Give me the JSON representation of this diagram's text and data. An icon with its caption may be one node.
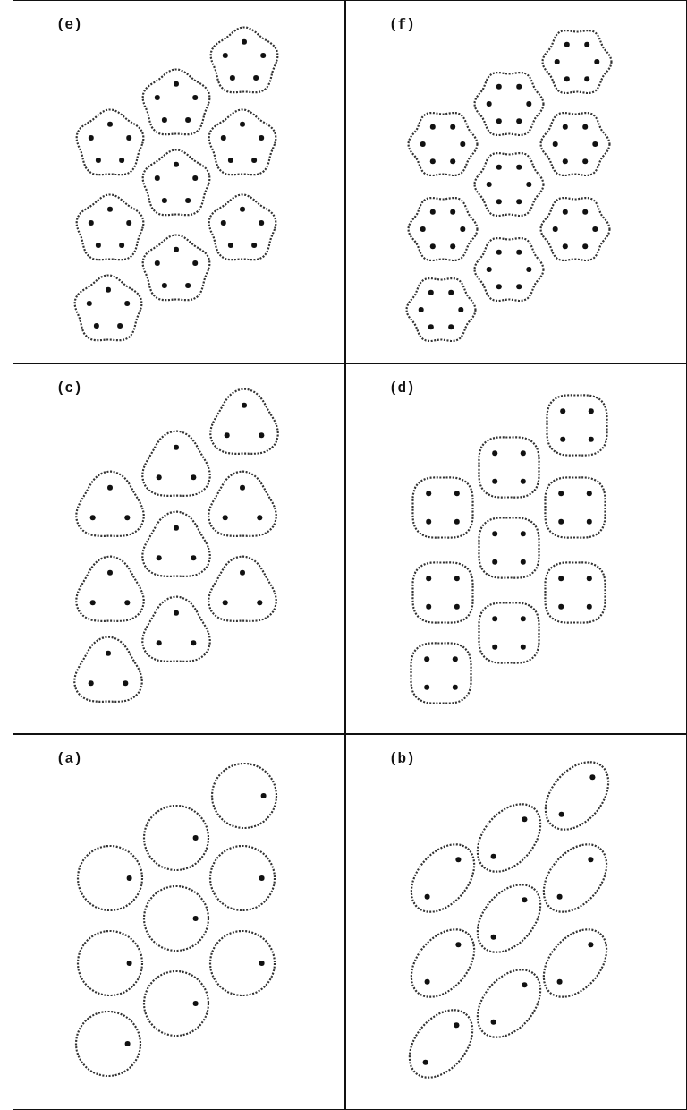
{
  "diagram": {
    "labels": [
      "(e)",
      "(f)",
      "(c)",
      "(d)",
      "(a)",
      "(b)"
    ]
  }
}
